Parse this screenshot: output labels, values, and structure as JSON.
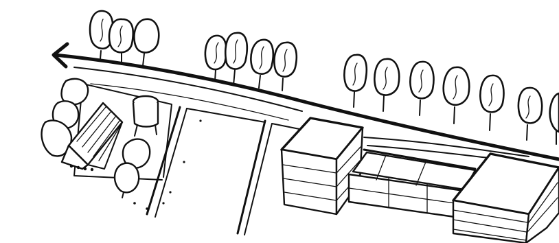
{
  "drawing": {
    "ink_color": "#111111",
    "paper_color": "#ffffff",
    "style": "hand-drawn pen sketch, no text",
    "tree_rows": [
      {
        "row": "left-cluster",
        "count": 3
      },
      {
        "row": "middle-cluster",
        "count": 4
      },
      {
        "row": "right-row",
        "count": 7
      }
    ],
    "arrow_direction": "left",
    "buildings": [
      {
        "kind": "left-tall-block",
        "floors": 4
      },
      {
        "kind": "middle-low-block",
        "bays": 3
      },
      {
        "kind": "right-tall-block",
        "floors": 4
      }
    ]
  }
}
